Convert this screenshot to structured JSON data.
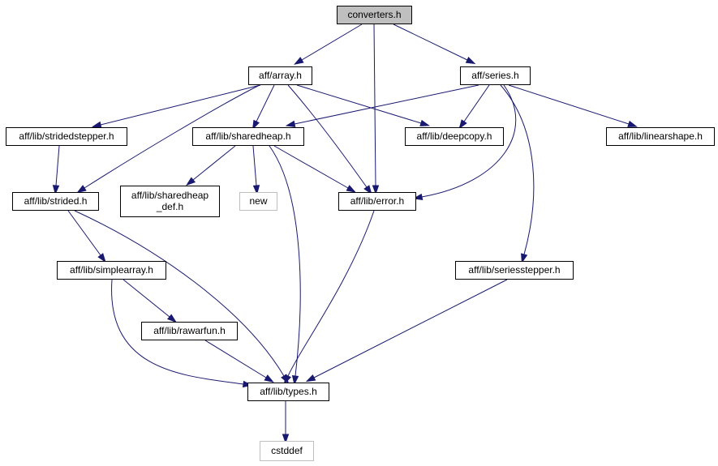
{
  "colors": {
    "edge": "#191970",
    "root_fill": "#bfbfbf",
    "external_border": "#bfbfbf",
    "node_border": "#000000"
  },
  "nodes": [
    {
      "id": "converters",
      "lines": [
        "converters.h"
      ],
      "kind": "root"
    },
    {
      "id": "array",
      "lines": [
        "aff/array.h"
      ],
      "kind": "normal"
    },
    {
      "id": "series",
      "lines": [
        "aff/series.h"
      ],
      "kind": "normal"
    },
    {
      "id": "stridedstepper",
      "lines": [
        "aff/lib/stridedstepper.h"
      ],
      "kind": "normal"
    },
    {
      "id": "sharedheap",
      "lines": [
        "aff/lib/sharedheap.h"
      ],
      "kind": "normal"
    },
    {
      "id": "deepcopy",
      "lines": [
        "aff/lib/deepcopy.h"
      ],
      "kind": "normal"
    },
    {
      "id": "linearshape",
      "lines": [
        "aff/lib/linearshape.h"
      ],
      "kind": "normal"
    },
    {
      "id": "strided",
      "lines": [
        "aff/lib/strided.h"
      ],
      "kind": "normal"
    },
    {
      "id": "sharedheap_def",
      "lines": [
        "aff/lib/sharedheap",
        "_def.h"
      ],
      "kind": "normal"
    },
    {
      "id": "new",
      "lines": [
        "new"
      ],
      "kind": "external"
    },
    {
      "id": "error",
      "lines": [
        "aff/lib/error.h"
      ],
      "kind": "normal"
    },
    {
      "id": "simplearray",
      "lines": [
        "aff/lib/simplearray.h"
      ],
      "kind": "normal"
    },
    {
      "id": "seriesstepper",
      "lines": [
        "aff/lib/seriesstepper.h"
      ],
      "kind": "normal"
    },
    {
      "id": "rawarfun",
      "lines": [
        "aff/lib/rawarfun.h"
      ],
      "kind": "normal"
    },
    {
      "id": "types",
      "lines": [
        "aff/lib/types.h"
      ],
      "kind": "normal"
    },
    {
      "id": "cstddef",
      "lines": [
        "cstddef"
      ],
      "kind": "external"
    }
  ],
  "edges": [
    {
      "from": "converters",
      "to": "array"
    },
    {
      "from": "converters",
      "to": "series"
    },
    {
      "from": "converters",
      "to": "error"
    },
    {
      "from": "array",
      "to": "stridedstepper"
    },
    {
      "from": "array",
      "to": "strided"
    },
    {
      "from": "array",
      "to": "sharedheap"
    },
    {
      "from": "array",
      "to": "deepcopy"
    },
    {
      "from": "array",
      "to": "error"
    },
    {
      "from": "series",
      "to": "sharedheap"
    },
    {
      "from": "series",
      "to": "deepcopy"
    },
    {
      "from": "series",
      "to": "linearshape"
    },
    {
      "from": "series",
      "to": "error"
    },
    {
      "from": "series",
      "to": "seriesstepper"
    },
    {
      "from": "stridedstepper",
      "to": "strided"
    },
    {
      "from": "sharedheap",
      "to": "sharedheap_def"
    },
    {
      "from": "sharedheap",
      "to": "new"
    },
    {
      "from": "sharedheap",
      "to": "error"
    },
    {
      "from": "sharedheap",
      "to": "types"
    },
    {
      "from": "strided",
      "to": "simplearray"
    },
    {
      "from": "strided",
      "to": "types"
    },
    {
      "from": "error",
      "to": "types"
    },
    {
      "from": "simplearray",
      "to": "rawarfun"
    },
    {
      "from": "simplearray",
      "to": "types"
    },
    {
      "from": "rawarfun",
      "to": "types"
    },
    {
      "from": "seriesstepper",
      "to": "types"
    },
    {
      "from": "types",
      "to": "cstddef"
    }
  ]
}
